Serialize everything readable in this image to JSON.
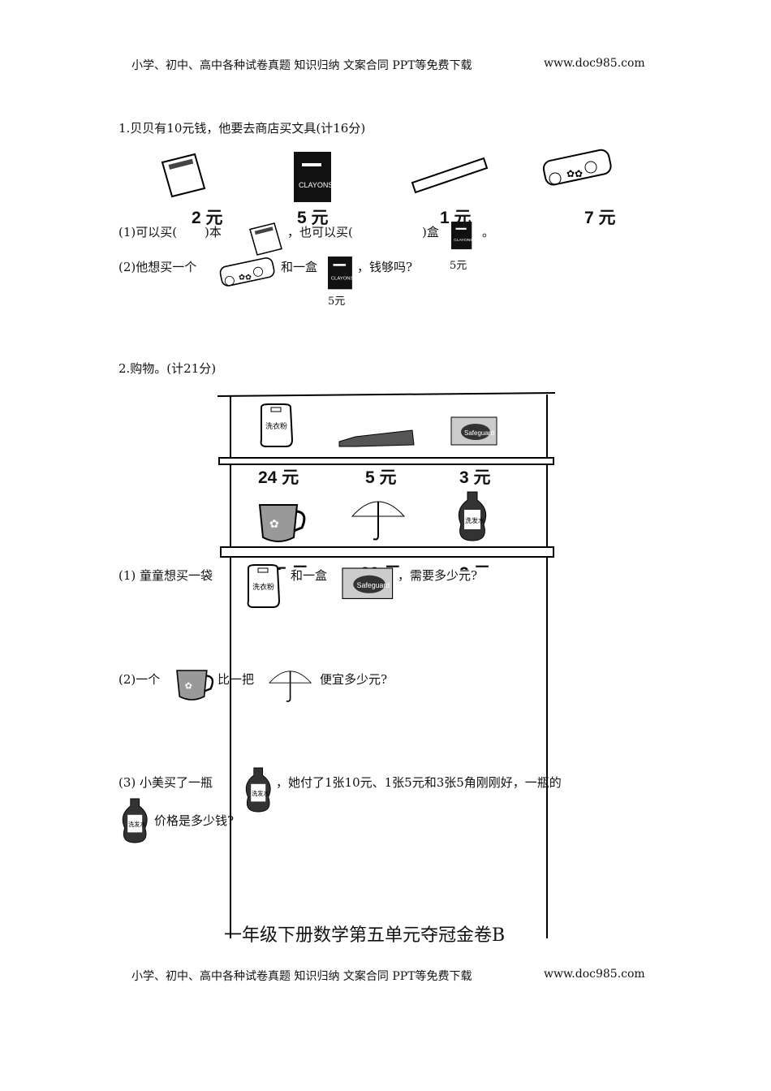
{
  "header": {
    "text": "小学、初中、高中各种试卷真题 知识归纳 文案合同 PPT等免费下载",
    "site": "www.doc985.com"
  },
  "q1": {
    "title": "1.贝贝有10元钱，他要去商店买文具(计16分)",
    "items": [
      {
        "icon": "notebook-icon",
        "price": "2 元"
      },
      {
        "icon": "crayon-box-icon",
        "price": "5 元"
      },
      {
        "icon": "ruler-icon",
        "price": "1 元"
      },
      {
        "icon": "pencil-case-icon",
        "price": "7 元"
      }
    ],
    "sub1": {
      "a": "(1)可以买(",
      "b": ")本",
      "c": "，也可以买(",
      "d": ")盒",
      "e": "。",
      "price": "5元"
    },
    "sub2": {
      "a": "(2)他想买一个",
      "b": "和一盒",
      "c": "，钱够吗?",
      "price": "5元"
    }
  },
  "q2": {
    "title": "2.购物。(计21分)",
    "top_shelf": [
      {
        "icon": "bag-icon",
        "price": "24 元"
      },
      {
        "icon": "toothpaste-icon",
        "price": "5 元"
      },
      {
        "icon": "soap-icon",
        "price": "3 元"
      }
    ],
    "bottom_shelf": [
      {
        "icon": "cup-icon",
        "price": "15 元"
      },
      {
        "icon": "umbrella-icon",
        "price": "20 元"
      },
      {
        "icon": "shampoo-icon",
        "price": "2 元"
      }
    ],
    "sub1": {
      "a": "(1)  童童想买一袋",
      "b": "和一盒",
      "c": "，需要多少元?"
    },
    "sub2": {
      "a": "(2)一个",
      "b": "比一把",
      "c": "便宜多少元?"
    },
    "sub3": {
      "a": "(3)  小美买了一瓶",
      "b": "，她付了1张10元、1张5元和3张5角刚刚好，一瓶的",
      "c": "价格是多少钱?"
    }
  },
  "footer": {
    "title": "一年级下册数学第五单元夺冠金卷B"
  }
}
